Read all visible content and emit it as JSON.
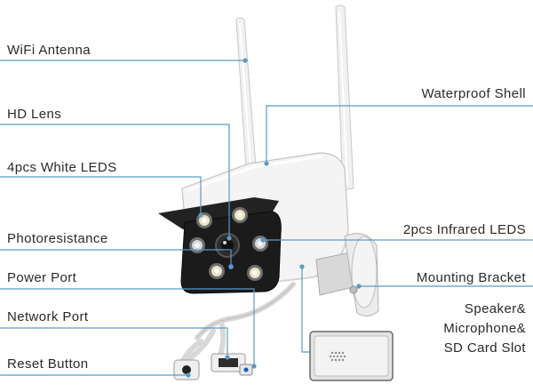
{
  "labels": {
    "wifi_antenna": "WiFi Antenna",
    "hd_lens": "HD Lens",
    "white_leds": "4pcs White LEDS",
    "photoresistance": "Photoresistance",
    "power_port": "Power Port",
    "network_port": "Network Port",
    "reset_button": "Reset Button",
    "waterproof_shell": "Waterproof Shell",
    "infrared_leds": "2pcs Infrared LEDS",
    "mounting_bracket": "Mounting Bracket",
    "speaker_line1": "Speaker&",
    "speaker_line2": "Microphone&",
    "speaker_line3": "SD Card Slot"
  },
  "colors": {
    "leader_line": "#5a9bc4",
    "label_text": "#2a2a2a"
  }
}
